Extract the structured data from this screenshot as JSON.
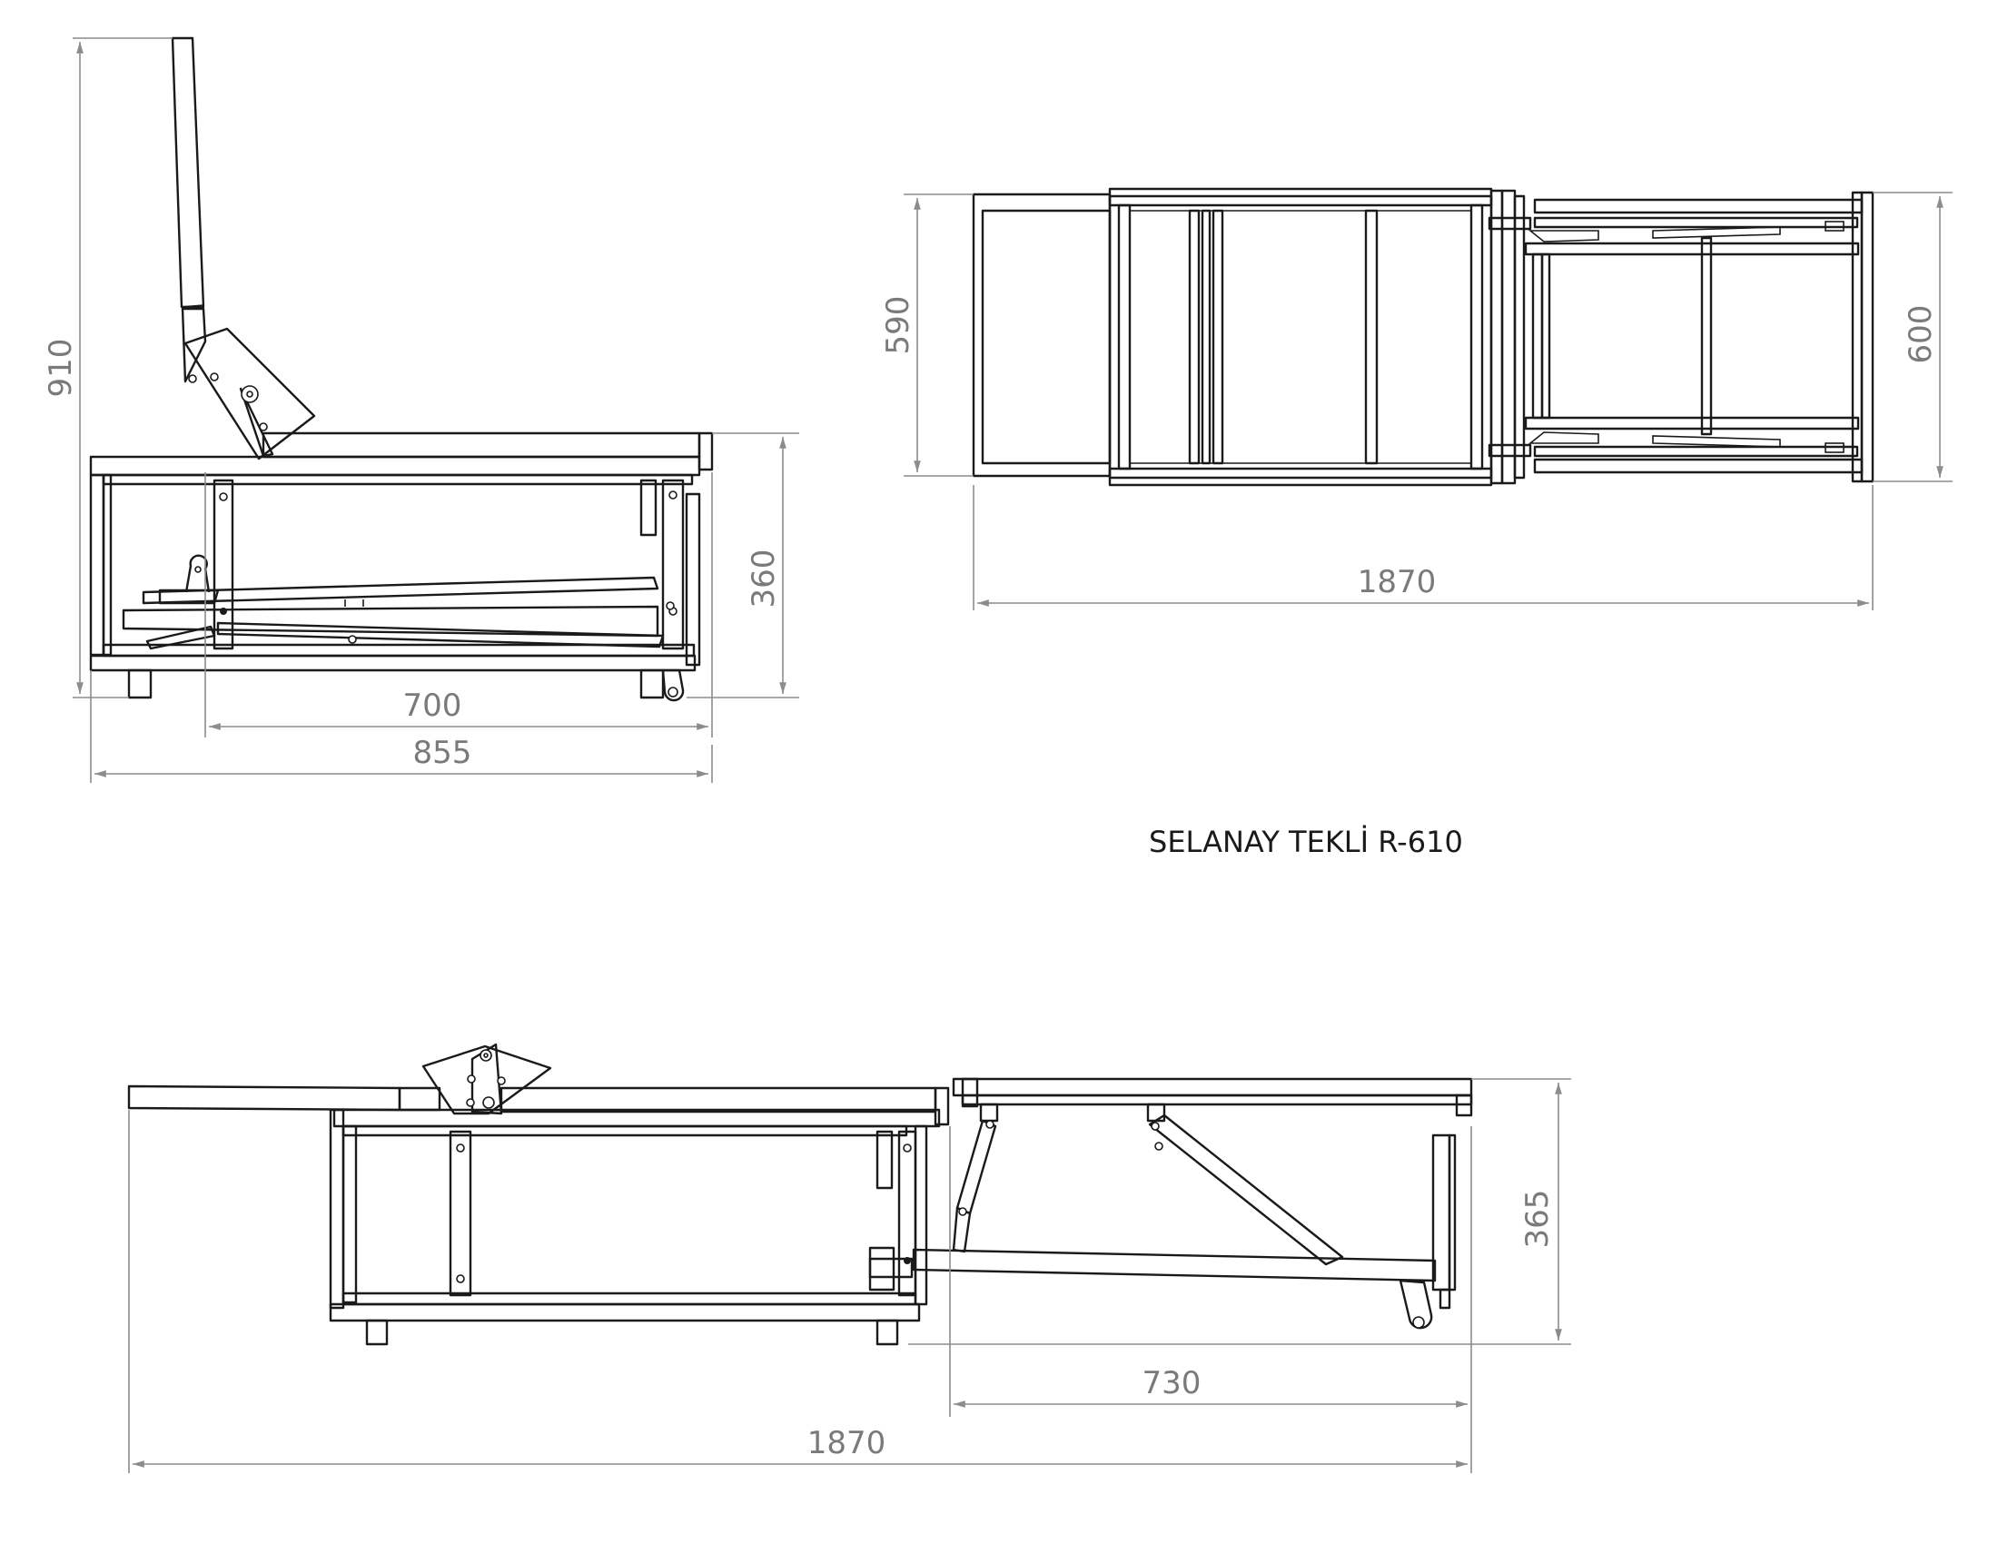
{
  "title": "SELANAY TEKLİ R-610",
  "views": {
    "side_closed": {
      "dimensions": {
        "height_back": "910",
        "height_seat": "360",
        "depth_inner": "700",
        "depth_total": "855"
      }
    },
    "top": {
      "dimensions": {
        "width_left": "590",
        "width_right": "600",
        "length_total": "1870"
      }
    },
    "side_open": {
      "dimensions": {
        "height": "365",
        "extension": "730",
        "length_total": "1870"
      }
    }
  }
}
